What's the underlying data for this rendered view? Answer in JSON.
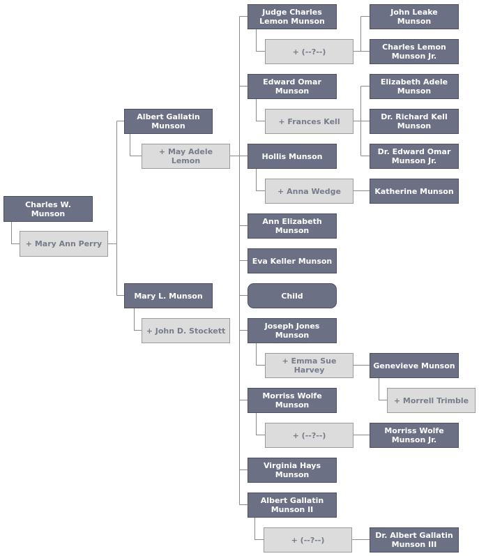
{
  "people": {
    "charles_w": "Charles W. Munson",
    "mary_ann_perry": "+ Mary Ann Perry",
    "albert_gallatin": "Albert Gallatin Munson",
    "may_adele_lemon": "+ May Adele Lemon",
    "mary_l": "Mary L. Munson",
    "john_d_stockett": "+ John D. Stockett",
    "judge_charles": "Judge Charles Lemon Munson",
    "unknown_1": "+ (--?--)",
    "john_leake": "John Leake Munson",
    "charles_lemon_jr": "Charles Lemon Munson Jr.",
    "edward_omar": "Edward Omar Munson",
    "frances_kell": "+ Frances Kell",
    "elizabeth_adele": "Elizabeth Adele Munson",
    "richard_kell": "Dr. Richard Kell Munson",
    "edward_omar_jr": "Dr. Edward Omar Munson Jr.",
    "hollis": "Hollis Munson",
    "anna_wedge": "+ Anna Wedge",
    "katherine": "Katherine Munson",
    "ann_elizabeth": "Ann Elizabeth Munson",
    "eva_keller": "Eva Keller Munson",
    "child": "Child",
    "joseph_jones": "Joseph Jones Munson",
    "emma_sue_harvey": "+ Emma Sue Harvey",
    "genevieve": "Genevieve Munson",
    "morrell_trimble": "+ Morrell Trimble",
    "morriss_wolfe": "Morriss Wolfe Munson",
    "unknown_2": "+ (--?--)",
    "morriss_wolfe_jr": "Morriss Wolfe Munson Jr.",
    "virginia_hays": "Virginia Hays Munson",
    "albert_gallatin_ii": "Albert Gallatin Munson II",
    "unknown_3": "+ (--?--)",
    "albert_gallatin_iii": "Dr. Albert Gallatin Munson III"
  },
  "colors": {
    "person_fill": "#6b7085",
    "spouse_fill": "#dcdcdc",
    "line": "#8a8a8a"
  }
}
